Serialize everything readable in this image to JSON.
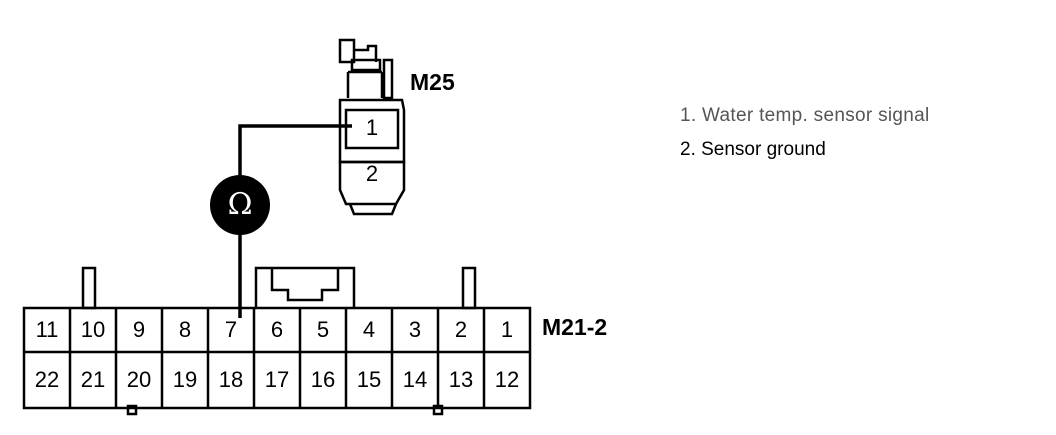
{
  "sensor": {
    "connector_id": "M25",
    "pin1": "1",
    "pin2": "2"
  },
  "meter": {
    "symbol": "Ω"
  },
  "ecu_connector": {
    "connector_id": "M21-2",
    "top_row": [
      "11",
      "10",
      "9",
      "8",
      "7",
      "6",
      "5",
      "4",
      "3",
      "2",
      "1"
    ],
    "bottom_row": [
      "22",
      "21",
      "20",
      "19",
      "18",
      "17",
      "16",
      "15",
      "14",
      "13",
      "12"
    ]
  },
  "legend": [
    "1. Water temp. sensor signal",
    "2. Sensor ground"
  ]
}
